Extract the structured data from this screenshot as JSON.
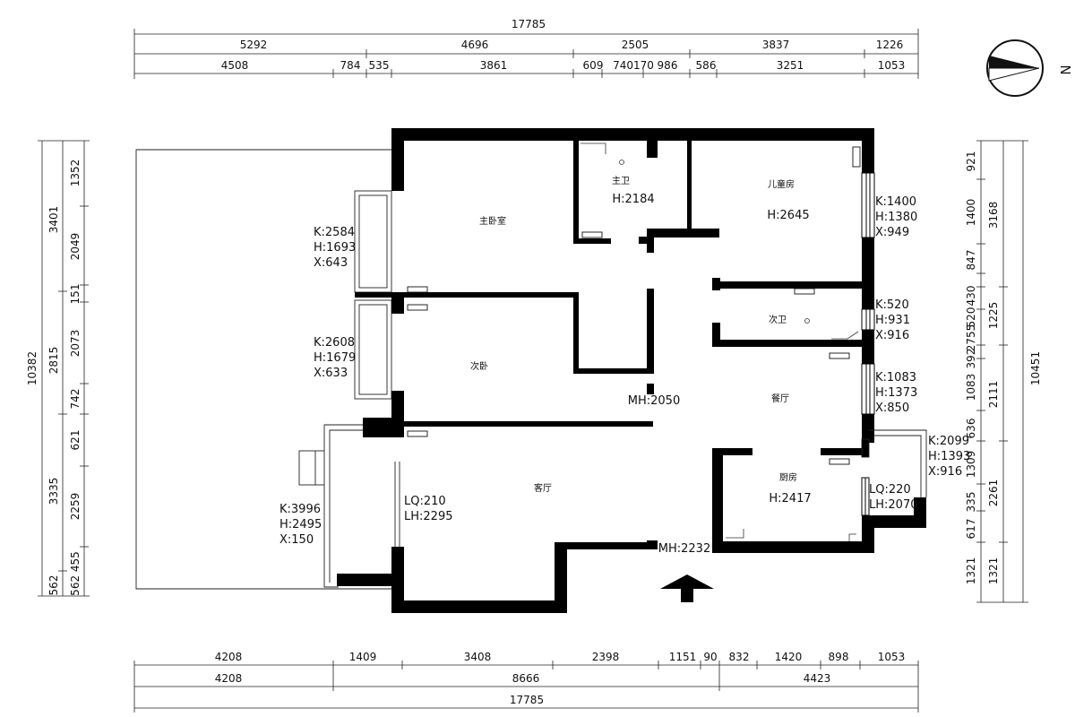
{
  "compass": {
    "label": "N"
  },
  "dims_top": {
    "total": "17785",
    "row1": [
      "5292",
      "4696",
      "2505",
      "3837",
      "1226"
    ],
    "row2": [
      "4508",
      "784",
      "535",
      "3861",
      "609",
      "740170",
      "986",
      "586",
      "3251",
      "1053"
    ]
  },
  "dims_bottom": {
    "row1": [
      "4208",
      "1409",
      "3408",
      "2398",
      "1151",
      "90",
      "832",
      "1420",
      "898",
      "1053"
    ],
    "row2": [
      "4208",
      "8666",
      "4423"
    ],
    "total": "17785"
  },
  "dims_left": {
    "total": "10382",
    "col1": [
      "3401",
      "2815",
      "3335",
      "562"
    ],
    "col2": [
      "1352",
      "2049",
      "151",
      "2073",
      "742",
      "621",
      "2259",
      "562 455"
    ]
  },
  "dims_right": {
    "total": "10451",
    "col1": [
      "921",
      "1400",
      "847",
      "430",
      "520",
      "2755",
      "392",
      "1083",
      "636",
      "1309",
      "335",
      "617",
      "1321"
    ],
    "col2": [
      "3168",
      "1225",
      "2111",
      "2261",
      "1321"
    ]
  },
  "rooms": {
    "master_bedroom": "主卧室",
    "master_bath": "主卫",
    "master_bath_h": "H:2184",
    "kids_room": "儿童房",
    "kids_room_h": "H:2645",
    "second_bath": "次卫",
    "second_bedroom": "次卧",
    "dining": "餐厅",
    "living": "客厅",
    "kitchen": "厨房",
    "kitchen_h": "H:2417",
    "mh_corridor": "MH:2050",
    "mh_entry": "MH:2232"
  },
  "windows": {
    "w1": [
      "K:2584",
      "H:1693",
      "X:643"
    ],
    "w2": [
      "K:2608",
      "H:1679",
      "X:633"
    ],
    "w3": [
      "K:3996",
      "H:2495",
      "X:150"
    ],
    "w4": [
      "LQ:210",
      "LH:2295"
    ],
    "w5": [
      "K:1400",
      "H:1380",
      "X:949"
    ],
    "w6": [
      "K:520",
      "H:931",
      "X:916"
    ],
    "w7": [
      "K:1083",
      "H:1373",
      "X:850"
    ],
    "w8": [
      "K:2099",
      "H:1393",
      "X:916"
    ],
    "w9": [
      "LQ:220",
      "LH:2070"
    ]
  }
}
